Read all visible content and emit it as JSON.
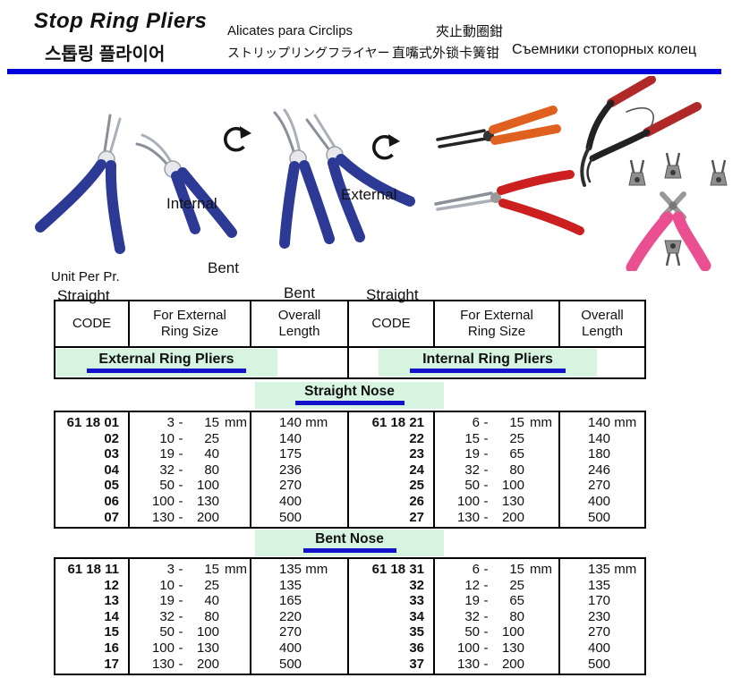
{
  "header": {
    "title_en": "Stop Ring Pliers",
    "title_ko": "스톱링 플라이어",
    "title_es": "Alicates para Circlips",
    "title_ja": "ストリップリングフライヤー",
    "title_zh_trad": "夾止動圈鉗",
    "title_zh_simp": "直嘴式外锁卡簧钳",
    "title_ru": "Съемники стопорных колец",
    "rule_color": "#0202dd"
  },
  "figure": {
    "internal_label": "Internal",
    "external_label": "External",
    "left_straight_label": "Straight",
    "left_bent_label": "Bent",
    "mid_bent_label": "Bent",
    "mid_straight_label": "Straight",
    "rotate_icon": "clockwise-open-circle-arrow",
    "colors": {
      "handle_blue": "#2c3a96",
      "handle_orange": "#e0601f",
      "handle_red": "#cc2020",
      "handle_dark_red": "#b02828",
      "handle_pink": "#ea4f92"
    }
  },
  "table": {
    "unit_label": "Unit Per Pr.",
    "accent_green": "#d6f4e0",
    "accent_blue": "#1313cc",
    "headers": [
      {
        "line1": "CODE",
        "line2": ""
      },
      {
        "line1": "For External",
        "line2": "Ring Size"
      },
      {
        "line1": "Overall",
        "line2": "Length"
      },
      {
        "line1": "CODE",
        "line2": ""
      },
      {
        "line1": "For External",
        "line2": "Ring Size"
      },
      {
        "line1": "Overall",
        "line2": "Length"
      }
    ],
    "left_category": "External Ring Pliers",
    "right_category": "Internal Ring Pliers",
    "sections": [
      {
        "banner": "Straight Nose",
        "blocks": [
          {
            "prefix": "61 18",
            "rows": [
              {
                "code": "01",
                "from": "3",
                "to": "15",
                "size_unit": "mm",
                "len": "140",
                "len_unit": "mm"
              },
              {
                "code": "02",
                "from": "10",
                "to": "25",
                "size_unit": "",
                "len": "140",
                "len_unit": ""
              },
              {
                "code": "03",
                "from": "19",
                "to": "40",
                "size_unit": "",
                "len": "175",
                "len_unit": ""
              },
              {
                "code": "04",
                "from": "32",
                "to": "80",
                "size_unit": "",
                "len": "236",
                "len_unit": ""
              },
              {
                "code": "05",
                "from": "50",
                "to": "100",
                "size_unit": "",
                "len": "270",
                "len_unit": ""
              },
              {
                "code": "06",
                "from": "100",
                "to": "130",
                "size_unit": "",
                "len": "400",
                "len_unit": ""
              },
              {
                "code": "07",
                "from": "130",
                "to": "200",
                "size_unit": "",
                "len": "500",
                "len_unit": ""
              }
            ]
          },
          {
            "prefix": "61 18",
            "rows": [
              {
                "code": "21",
                "from": "6",
                "to": "15",
                "size_unit": "mm",
                "len": "140",
                "len_unit": "mm"
              },
              {
                "code": "22",
                "from": "15",
                "to": "25",
                "size_unit": "",
                "len": "140",
                "len_unit": ""
              },
              {
                "code": "23",
                "from": "19",
                "to": "65",
                "size_unit": "",
                "len": "180",
                "len_unit": ""
              },
              {
                "code": "24",
                "from": "32",
                "to": "80",
                "size_unit": "",
                "len": "246",
                "len_unit": ""
              },
              {
                "code": "25",
                "from": "50",
                "to": "100",
                "size_unit": "",
                "len": "270",
                "len_unit": ""
              },
              {
                "code": "26",
                "from": "100",
                "to": "130",
                "size_unit": "",
                "len": "400",
                "len_unit": ""
              },
              {
                "code": "27",
                "from": "130",
                "to": "200",
                "size_unit": "",
                "len": "500",
                "len_unit": ""
              }
            ]
          }
        ]
      },
      {
        "banner": "Bent Nose",
        "blocks": [
          {
            "prefix": "61 18",
            "rows": [
              {
                "code": "11",
                "from": "3",
                "to": "15",
                "size_unit": "mm",
                "len": "135",
                "len_unit": "mm"
              },
              {
                "code": "12",
                "from": "10",
                "to": "25",
                "size_unit": "",
                "len": "135",
                "len_unit": ""
              },
              {
                "code": "13",
                "from": "19",
                "to": "40",
                "size_unit": "",
                "len": "165",
                "len_unit": ""
              },
              {
                "code": "14",
                "from": "32",
                "to": "80",
                "size_unit": "",
                "len": "220",
                "len_unit": ""
              },
              {
                "code": "15",
                "from": "50",
                "to": "100",
                "size_unit": "",
                "len": "270",
                "len_unit": ""
              },
              {
                "code": "16",
                "from": "100",
                "to": "130",
                "size_unit": "",
                "len": "400",
                "len_unit": ""
              },
              {
                "code": "17",
                "from": "130",
                "to": "200",
                "size_unit": "",
                "len": "500",
                "len_unit": ""
              }
            ]
          },
          {
            "prefix": "61 18",
            "rows": [
              {
                "code": "31",
                "from": "6",
                "to": "15",
                "size_unit": "mm",
                "len": "135",
                "len_unit": "mm"
              },
              {
                "code": "32",
                "from": "12",
                "to": "25",
                "size_unit": "",
                "len": "135",
                "len_unit": ""
              },
              {
                "code": "33",
                "from": "19",
                "to": "65",
                "size_unit": "",
                "len": "170",
                "len_unit": ""
              },
              {
                "code": "34",
                "from": "32",
                "to": "80",
                "size_unit": "",
                "len": "230",
                "len_unit": ""
              },
              {
                "code": "35",
                "from": "50",
                "to": "100",
                "size_unit": "",
                "len": "270",
                "len_unit": ""
              },
              {
                "code": "36",
                "from": "100",
                "to": "130",
                "size_unit": "",
                "len": "400",
                "len_unit": ""
              },
              {
                "code": "37",
                "from": "130",
                "to": "200",
                "size_unit": "",
                "len": "500",
                "len_unit": ""
              }
            ]
          }
        ]
      }
    ]
  }
}
